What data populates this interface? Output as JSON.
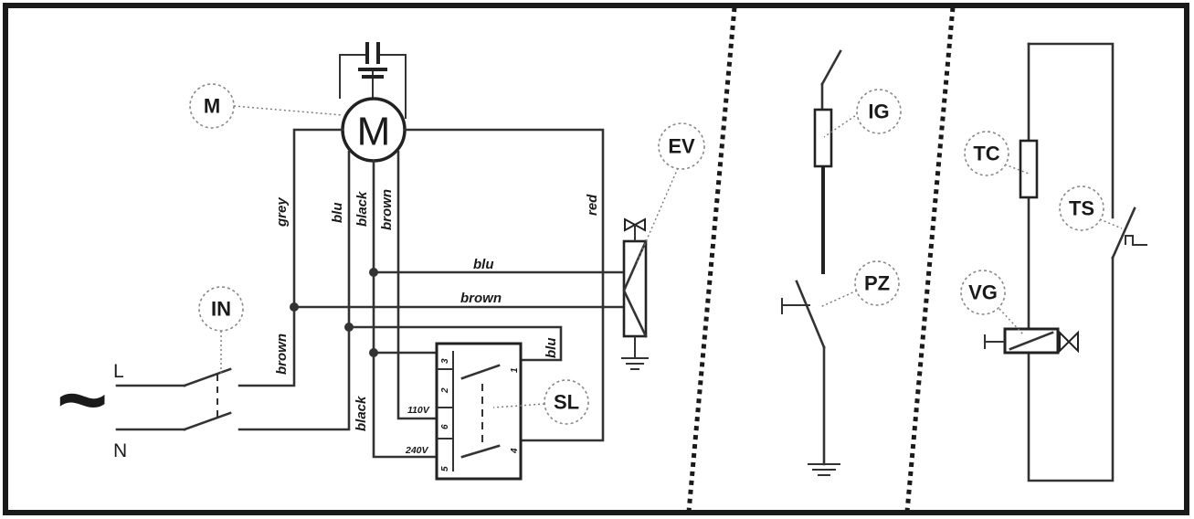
{
  "components": {
    "M": "M",
    "EV": "EV",
    "IN": "IN",
    "SL": "SL",
    "IG": "IG",
    "PZ": "PZ",
    "TC": "TC",
    "TS": "TS",
    "VG": "VG"
  },
  "motor_symbol": "M",
  "supply": {
    "line": "L",
    "neutral": "N",
    "ac_symbol": "~"
  },
  "wires": {
    "grey": "grey",
    "blu_vertical": "blu",
    "black_vertical": "black",
    "brown_vertical": "brown",
    "red": "red",
    "blu_horizontal": "blu",
    "brown_horizontal": "brown",
    "brown_lower": "brown",
    "black_lower": "black",
    "blu_selector": "blu"
  },
  "selector": {
    "pins": [
      "3",
      "2",
      "6",
      "5",
      "1",
      "4"
    ],
    "volt_110": "110V",
    "volt_240": "240V"
  },
  "colors": {
    "wire": "#333333",
    "frame": "#1a1a1a",
    "bubble_border": "#888888"
  }
}
